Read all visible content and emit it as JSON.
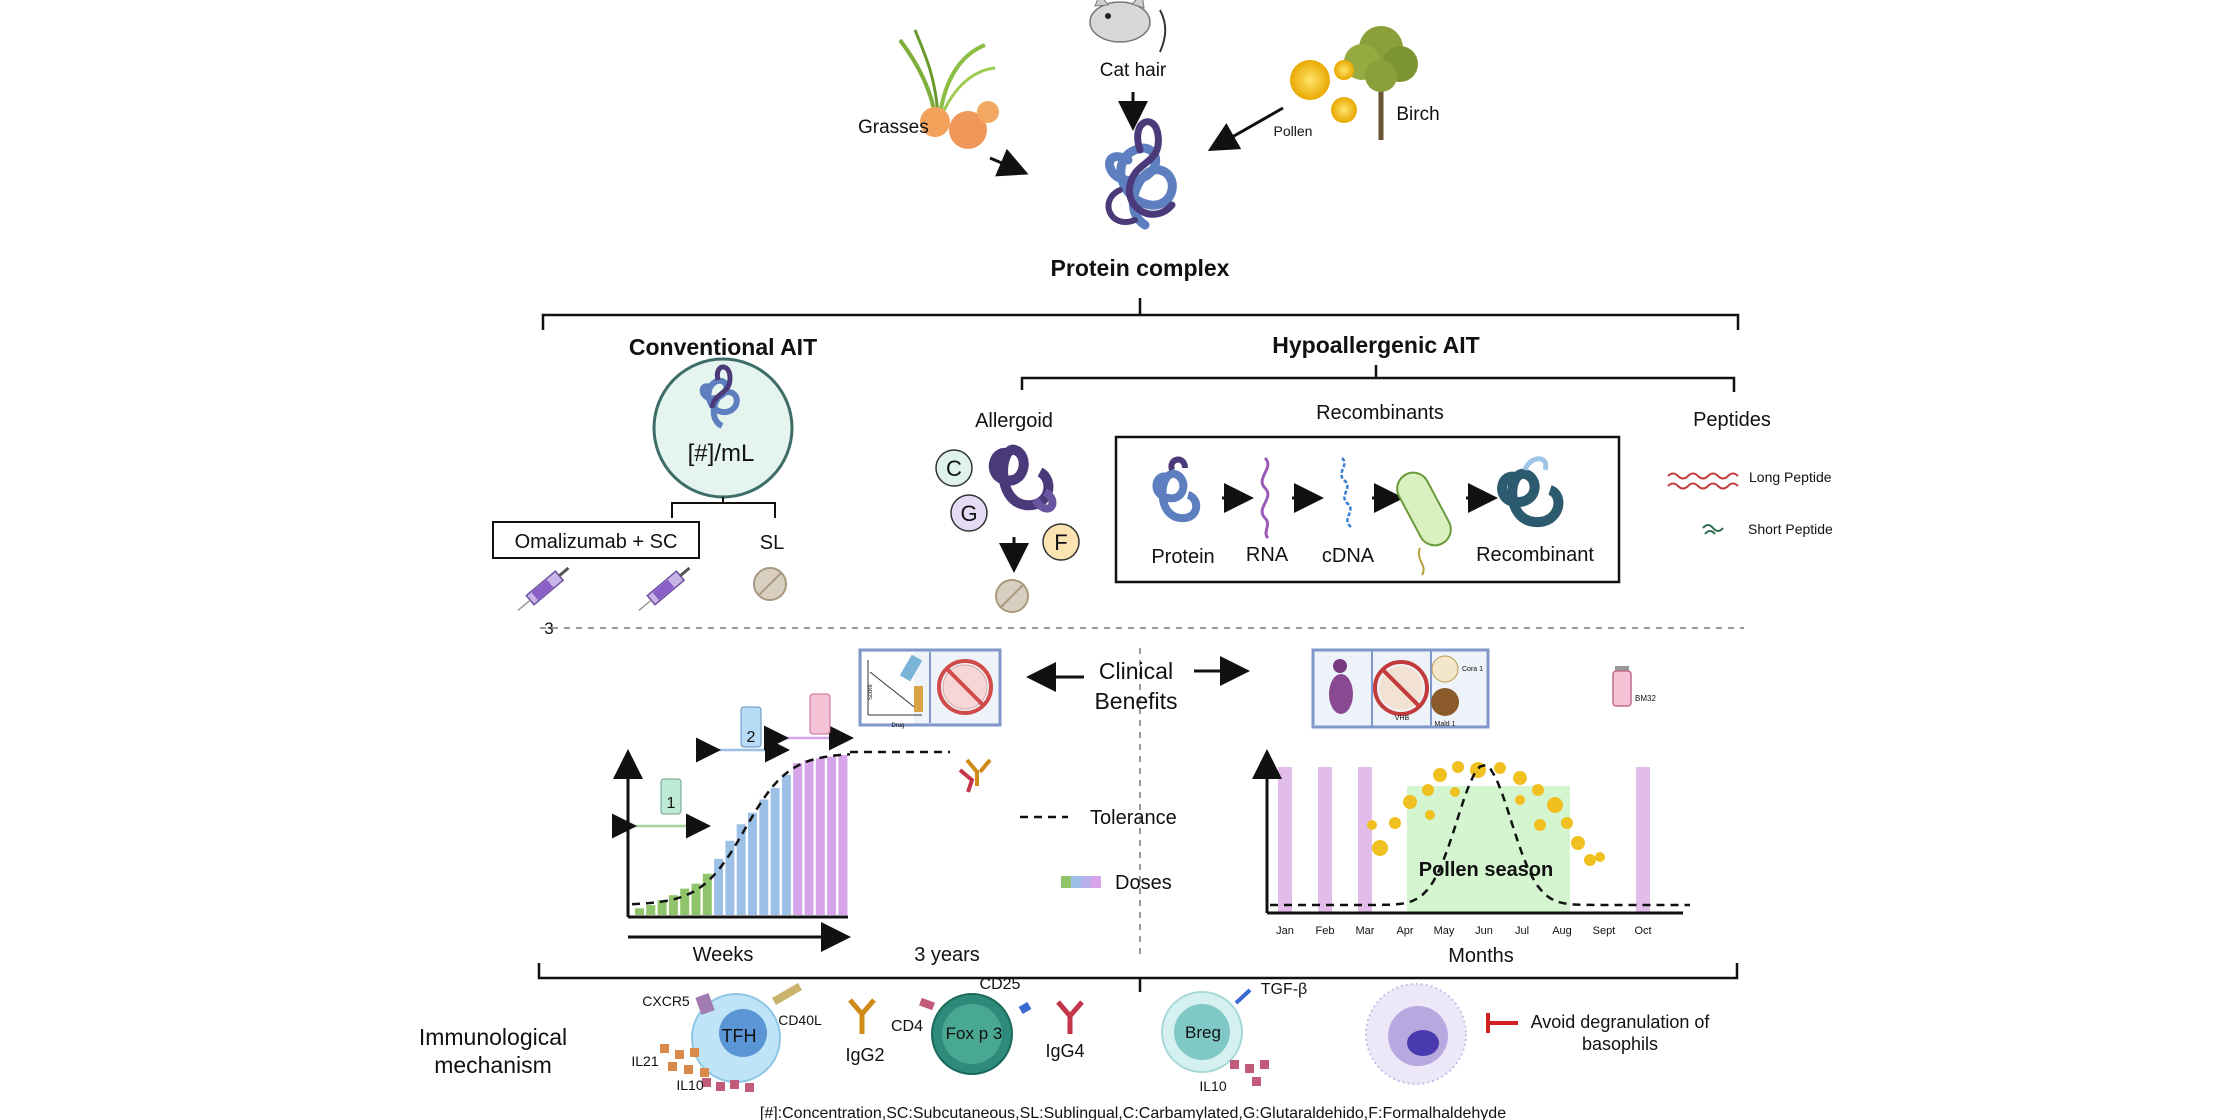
{
  "sources": {
    "grasses": "Grasses",
    "cat_hair": "Cat hair",
    "pollen": "Pollen",
    "birch": "Birch"
  },
  "protein_complex": "Protein complex",
  "conventional": {
    "title": "Conventional AIT",
    "concentration": "[#]/mL",
    "omalizumab": "Omalizumab + SC",
    "sl": "SL",
    "marker": "3"
  },
  "hypoallergenic": {
    "title": "Hypoallergenic AIT",
    "allergoid": "Allergoid",
    "recombinants": "Recombinants",
    "peptides": "Peptides",
    "allergoid_labels": [
      "C",
      "G",
      "F"
    ],
    "pipeline": [
      "Protein",
      "RNA",
      "cDNA",
      "Recombinant"
    ],
    "long_peptide": "Long Peptide",
    "short_peptide": "Short Peptide"
  },
  "clinical_benefits": [
    "Clinical",
    "Benefits"
  ],
  "left_panel_small": {
    "y_label": "Score",
    "x_label": "Drug"
  },
  "right_panel_small": {
    "vhb": "VHB",
    "cora": "Cora 1",
    "mald": "Mald 1",
    "bm32": "BM32"
  },
  "dose_chart": {
    "stages": [
      "1",
      "2"
    ],
    "x_label": "Weeks",
    "duration": "3 years",
    "legend_tolerance": "Tolerance",
    "legend_doses": "Doses",
    "bars": {
      "green": [
        4,
        6,
        9,
        12,
        16,
        19,
        25
      ],
      "blue": [
        34,
        45,
        55,
        62,
        70,
        77,
        85
      ],
      "pink": [
        92,
        94,
        95,
        96,
        97
      ]
    }
  },
  "season_chart": {
    "months": [
      "Jan",
      "Feb",
      "Mar",
      "Apr",
      "May",
      "Jun",
      "Jul",
      "Aug",
      "Sept",
      "Oct"
    ],
    "x_label": "Months",
    "season_label": "Pollen season",
    "injection_months": [
      "Jan",
      "Feb",
      "Mar",
      "Oct"
    ]
  },
  "mechanism": {
    "title": [
      "Immunological",
      "mechanism"
    ],
    "tfh": "TFH",
    "cxcr5": "CXCR5",
    "cd40l": "CD40L",
    "il21": "IL21",
    "il10": "IL10",
    "igg2": "IgG2",
    "cd25": "CD25",
    "cd4": "CD4",
    "foxp3": "Fox p 3",
    "igg4": "IgG4",
    "breg": "Breg",
    "tgf": "TGF-β",
    "il10b": "IL10",
    "avoid": [
      "Avoid degranulation of",
      "basophils"
    ]
  },
  "footnote": "[#]:Concentration,SC:Subcutaneous,SL:Sublingual,C:Carbamylated,G:Glutaraldehido,F:Formalhaldehyde",
  "colors": {
    "protein_dark": "#4a3a7a",
    "protein_blue": "#5d7fc0",
    "green_bar": "#8fc46a",
    "blue_bar": "#9cc0e6",
    "pink_bar": "#d7a3ea",
    "season_green": "#d4f5cf",
    "pollen": "#f0c020",
    "inhibit": "#d22020",
    "panel_border": "#7f97c9"
  }
}
